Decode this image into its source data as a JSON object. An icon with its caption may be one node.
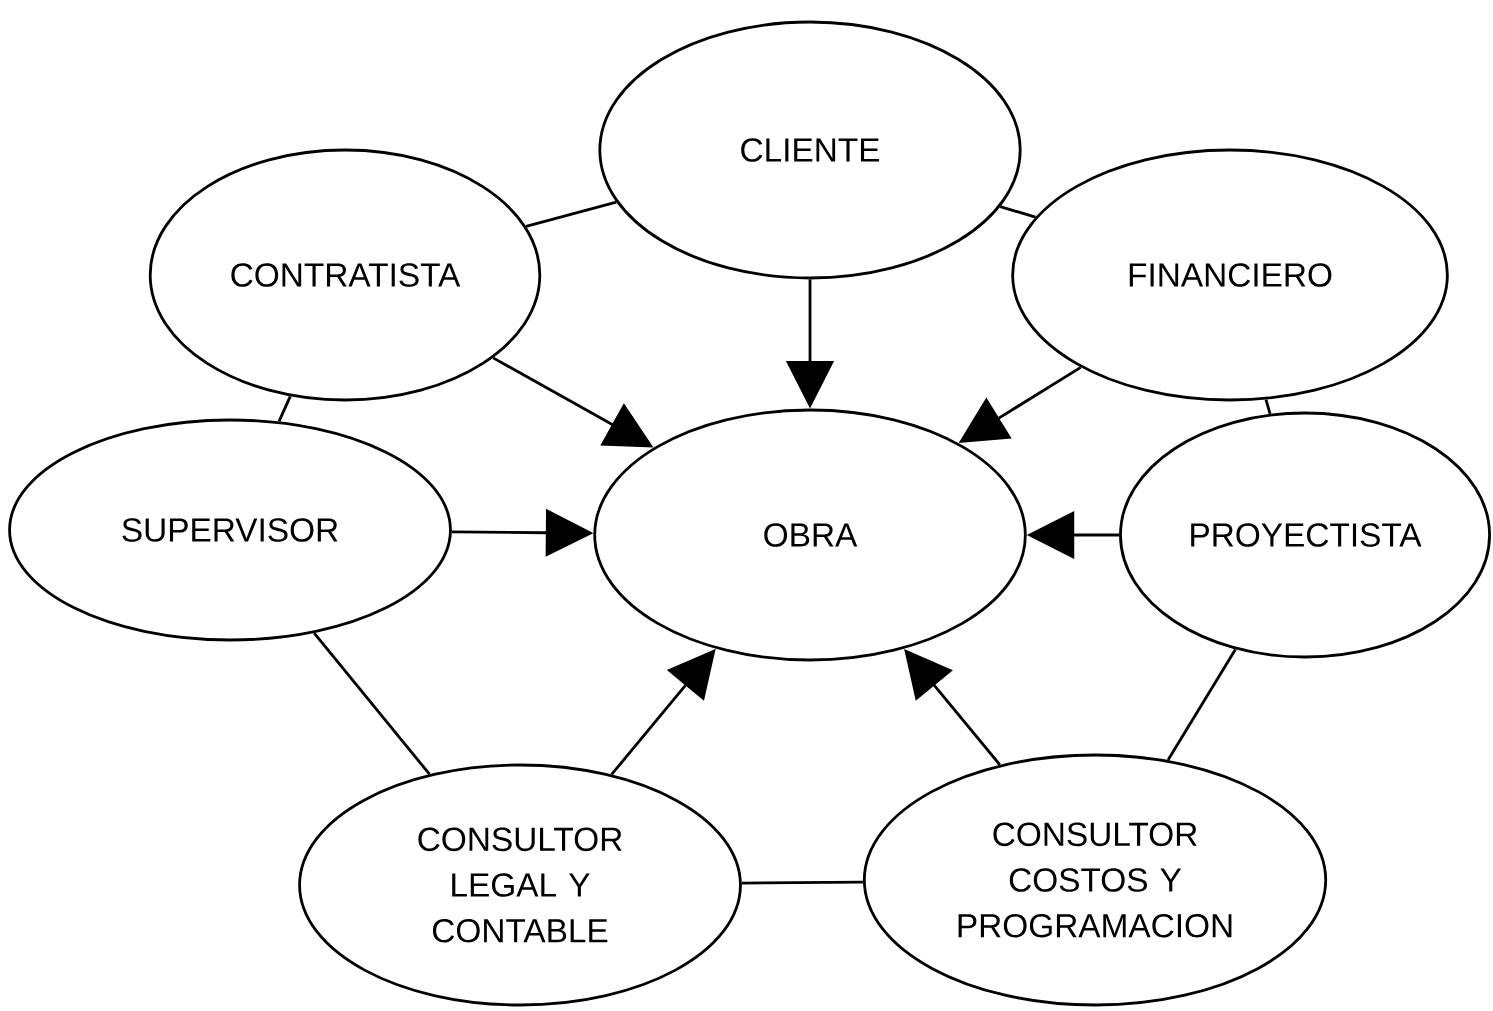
{
  "diagram": {
    "nodes": [
      {
        "text": [
          "CLIENTE"
        ]
      },
      {
        "text": [
          "CONTRATISTA"
        ]
      },
      {
        "text": [
          "FINANCIERO"
        ]
      },
      {
        "text": [
          "SUPERVISOR"
        ]
      },
      {
        "text": [
          "OBRA"
        ]
      },
      {
        "text": [
          "PROYECTISTA"
        ]
      },
      {
        "text": [
          "CONSULTOR LEGAL Y CONTABLE"
        ]
      },
      {
        "text": [
          "CONSULTOR COSTOS Y PROGRAMACION"
        ]
      }
    ],
    "edges": [
      {
        "from": 0,
        "to": 4,
        "arrow": "to"
      },
      {
        "from": 1,
        "to": 4,
        "arrow": "to"
      },
      {
        "from": 2,
        "to": 4,
        "arrow": "to"
      },
      {
        "from": 3,
        "to": 4,
        "arrow": "to"
      },
      {
        "from": 5,
        "to": 4,
        "arrow": "to"
      },
      {
        "from": 6,
        "to": 4,
        "arrow": "to"
      },
      {
        "from": 7,
        "to": 4,
        "arrow": "to"
      },
      {
        "from": 0,
        "to": 1,
        "arrow": "none"
      },
      {
        "from": 0,
        "to": 2,
        "arrow": "none"
      },
      {
        "from": 1,
        "to": 3,
        "arrow": "none"
      },
      {
        "from": 2,
        "to": 5,
        "arrow": "none"
      },
      {
        "from": 3,
        "to": 6,
        "arrow": "none"
      },
      {
        "from": 5,
        "to": 7,
        "arrow": "none"
      },
      {
        "from": 6,
        "to": 7,
        "arrow": "none"
      }
    ]
  }
}
